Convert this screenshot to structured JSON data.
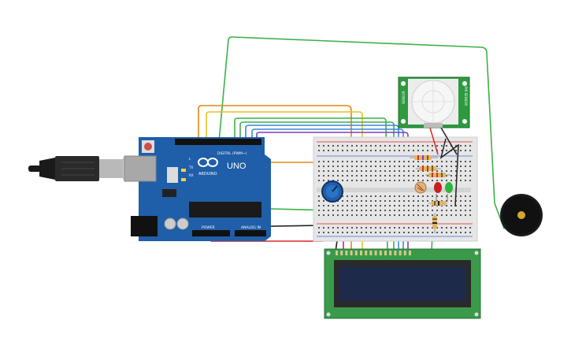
{
  "arduino": {
    "brand_word": "UNO",
    "logo_text": "ARDUINO",
    "digital_label": "DIGITAL (PWM~)",
    "power_label": "POWER",
    "analog_label": "ANALOG IN",
    "tx_label": "TX",
    "rx_label": "RX",
    "l_label": "L"
  },
  "pir_sensor": {
    "side_left": "SENSOR",
    "side_right": "PIR SENSOR"
  },
  "colors": {
    "arduino_blue": "#1f5ea8",
    "breadboard": "#e6e6e6",
    "lcd_pcb": "#3a9a4a",
    "lcd_screen": "#1e2a4a",
    "pir_pcb": "#2e9a3f",
    "wire_green": "#3bb14a",
    "wire_orange": "#e08a12",
    "wire_yellow": "#e8c21a",
    "wire_blue": "#3a86d8",
    "wire_purple": "#7a3fc0",
    "wire_red": "#d8262a",
    "wire_black": "#222222"
  }
}
